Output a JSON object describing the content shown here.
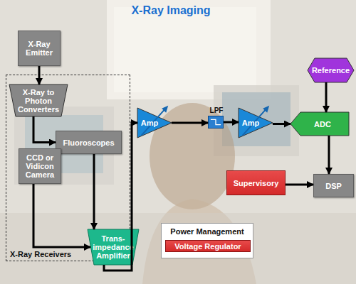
{
  "diagram": {
    "title": "X-Ray Imaging",
    "nodes": [
      {
        "text": [
          "X-Ray Emitter"
        ]
      },
      {
        "text": [
          "X-Ray Receivers"
        ]
      },
      {
        "text": [
          "X-Ray to Photon Converters"
        ],
        "in": 1
      },
      {
        "text": [
          "Fluoroscopes"
        ],
        "in": 1
      },
      {
        "text": [
          "CCD or Vidicon Camera"
        ],
        "in": 1
      },
      {
        "text": [
          "Trans- impedance Amplifier"
        ],
        "in": 1
      },
      {
        "text": [
          "Amp"
        ]
      },
      {
        "text": [
          "LPF"
        ]
      },
      {
        "text": [
          "Amp"
        ]
      },
      {
        "text": [
          "Reference"
        ]
      },
      {
        "text": [
          "ADC"
        ]
      },
      {
        "text": [
          "Supervisory"
        ]
      },
      {
        "text": [
          "DSP"
        ]
      },
      {
        "text": [
          "Power Management"
        ]
      },
      {
        "text": [
          "Voltage Regulator"
        ],
        "in": 13
      }
    ],
    "edges": [
      {
        "from": 0,
        "to": 2,
        "arrow": "to"
      },
      {
        "from": 2,
        "to": 3,
        "arrow": "to"
      },
      {
        "from": 3,
        "to": 5,
        "arrow": "to"
      },
      {
        "from": 4,
        "to": 5,
        "arrow": "to"
      },
      {
        "from": 5,
        "to": 6,
        "arrow": "to"
      },
      {
        "from": 6,
        "to": 7,
        "arrow": "to"
      },
      {
        "from": 7,
        "to": 8,
        "arrow": "to"
      },
      {
        "from": 8,
        "to": 10,
        "arrow": "to"
      },
      {
        "from": 9,
        "to": 10,
        "arrow": "to"
      },
      {
        "from": 10,
        "to": 12,
        "arrow": "to"
      },
      {
        "from": 11,
        "to": 12,
        "arrow": "to"
      }
    ]
  }
}
